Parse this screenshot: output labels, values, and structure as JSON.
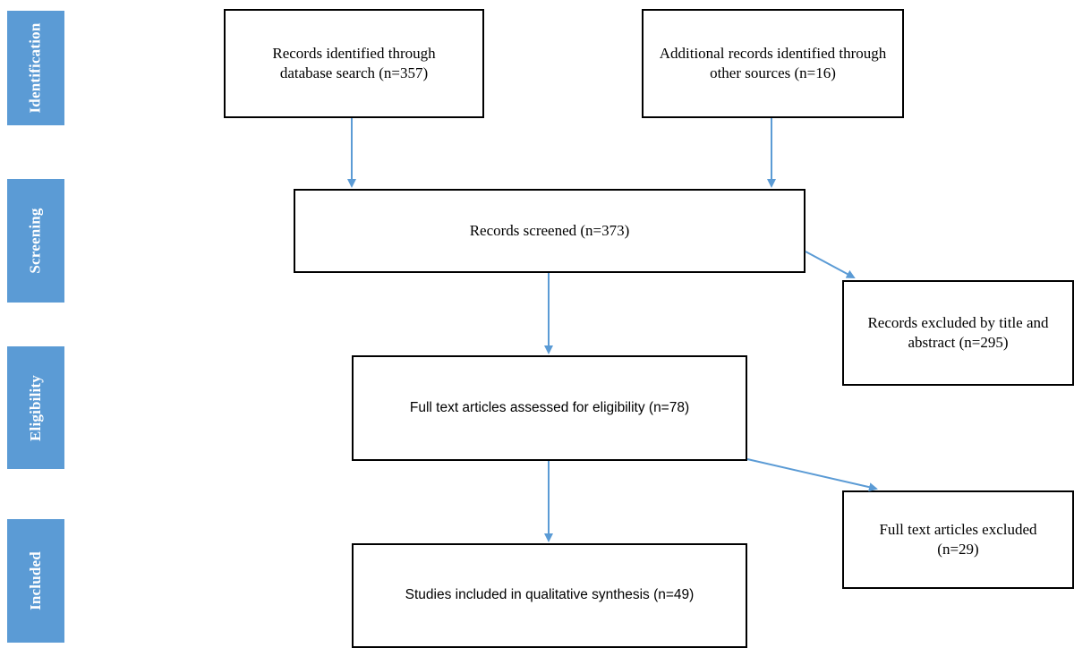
{
  "stages": {
    "identification": "Identification",
    "screening": "Screening",
    "eligibility": "Eligibility",
    "included": "Included"
  },
  "boxes": {
    "database_search": "Records identified through database search (n=357)",
    "other_sources": "Additional records identified through other sources (n=16)",
    "screened": "Records screened (n=373)",
    "excluded_title_abstract": "Records excluded by title and abstract (n=295)",
    "full_text_assessed": "Full text articles assessed for eligibility (n=78)",
    "full_text_excluded": "Full text articles excluded (n=29)",
    "included_synthesis": "Studies included in qualitative synthesis (n=49)"
  },
  "colors": {
    "stage_fill": "#5b9bd5",
    "arrow": "#5b9bd5"
  }
}
